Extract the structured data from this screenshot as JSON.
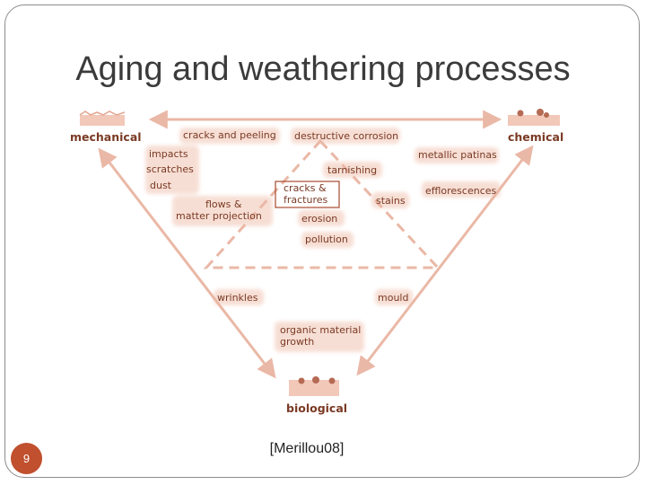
{
  "slide": {
    "title": "Aging and weathering processes",
    "citation": "[Merillou08]",
    "page_number": "9"
  },
  "diagram": {
    "vertices": {
      "mechanical": "mechanical",
      "chemical": "chemical",
      "biological": "biological"
    },
    "labels": {
      "cracks_and_peeling": "cracks and peeling",
      "destructive_corrosion": "destructive corrosion",
      "impacts": "impacts",
      "scratches": "scratches",
      "dust": "dust",
      "tarnishing": "tarnishing",
      "metallic_patinas": "metallic patinas",
      "cracks_line1": "cracks &",
      "cracks_line2": "fractures",
      "stains": "stains",
      "efflorescences": "efflorescences",
      "flows_line1": "flows &",
      "flows_line2": "matter projection",
      "erosion": "erosion",
      "pollution": "pollution",
      "wrinkles": "wrinkles",
      "mould": "mould",
      "organic_line1": "organic material",
      "organic_line2": "growth"
    },
    "colors": {
      "accent": "#c0502e",
      "line": "#eab8a6",
      "text": "#7a3a24"
    }
  }
}
